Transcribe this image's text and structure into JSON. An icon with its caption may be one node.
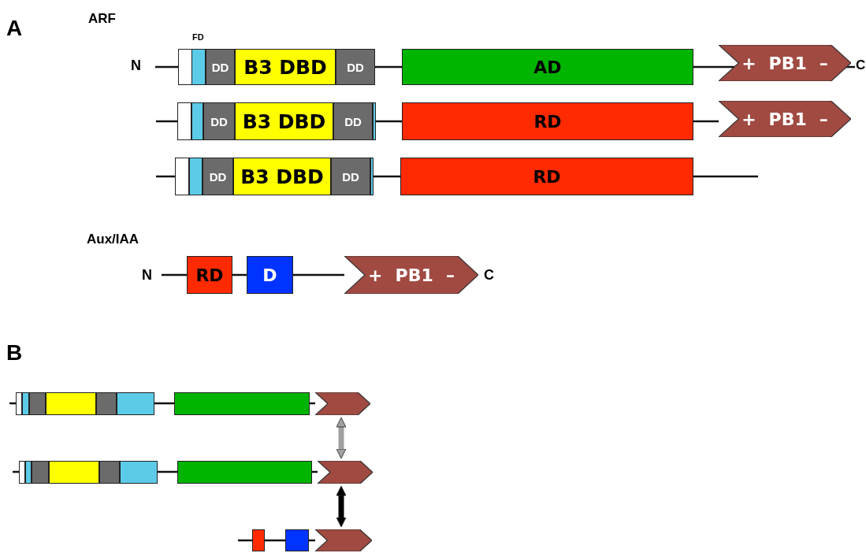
{
  "diagram": {
    "nodes": [
      {
        "text": [],
        "shape": "box"
      },
      {
        "text": [],
        "shape": "box"
      },
      {
        "text": [
          "DD"
        ]
      },
      {
        "text": [
          "B3 DBD"
        ]
      },
      {
        "text": [
          "DD"
        ]
      },
      {
        "text": [
          "AD"
        ]
      },
      {
        "text": [
          "+",
          "PB1",
          "–"
        ]
      },
      {
        "text": [],
        "shape": "box"
      },
      {
        "text": [],
        "shape": "box"
      },
      {
        "text": [
          "DD"
        ]
      },
      {
        "text": [
          "B3 DBD"
        ]
      },
      {
        "text": [
          "DD"
        ]
      },
      {
        "text": [],
        "shape": "box"
      },
      {
        "text": [
          "RD"
        ]
      },
      {
        "text": [
          "+",
          "PB1",
          "–"
        ]
      },
      {
        "text": [],
        "shape": "box"
      },
      {
        "text": [],
        "shape": "box"
      },
      {
        "text": [
          "DD"
        ]
      },
      {
        "text": [
          "B3 DBD"
        ]
      },
      {
        "text": [
          "DD"
        ]
      },
      {
        "text": [],
        "shape": "box"
      },
      {
        "text": [
          "RD"
        ]
      },
      {
        "text": [
          "RD"
        ]
      },
      {
        "text": [
          "D"
        ]
      },
      {
        "text": [
          "+",
          "PB1",
          "–"
        ]
      },
      {
        "text": [],
        "shape": "box"
      },
      {
        "text": [],
        "shape": "box"
      },
      {
        "text": [],
        "shape": "box"
      },
      {
        "text": [],
        "shape": "box"
      },
      {
        "text": [],
        "shape": "box"
      },
      {
        "text": [],
        "shape": "box"
      },
      {
        "text": [],
        "shape": "box"
      },
      {
        "text": [],
        "shape": "chevron"
      },
      {
        "text": [],
        "shape": "box"
      },
      {
        "text": [],
        "shape": "box"
      },
      {
        "text": [],
        "shape": "box"
      },
      {
        "text": [],
        "shape": "box"
      },
      {
        "text": [],
        "shape": "box"
      },
      {
        "text": [],
        "shape": "box"
      },
      {
        "text": [],
        "shape": "box"
      },
      {
        "text": [],
        "shape": "chevron"
      },
      {
        "text": [],
        "shape": "box"
      },
      {
        "text": [],
        "shape": "box"
      },
      {
        "text": [],
        "shape": "chevron"
      }
    ],
    "edges": [
      {
        "from": 32,
        "to": 40,
        "arrow": "both",
        "color": "#a0a0a0"
      },
      {
        "from": 40,
        "to": 43,
        "arrow": "both",
        "color": "#000000"
      }
    ],
    "labels": [
      "A",
      "ARF",
      "FD",
      "N",
      "C",
      "Aux/IAA",
      "N",
      "C",
      "B"
    ]
  }
}
